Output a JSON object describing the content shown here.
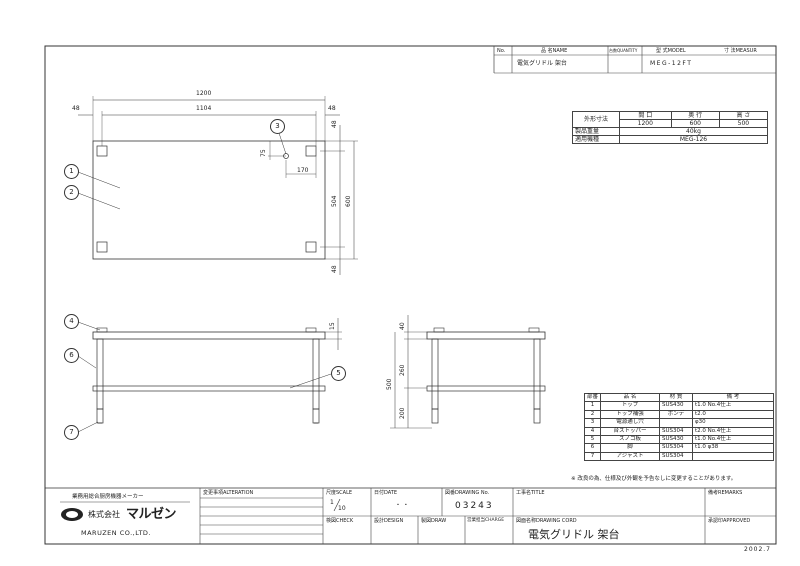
{
  "header": {
    "no_label": "No.",
    "name_label": "品 名NAME",
    "qty_label": "台数QUANTITY",
    "model_label": "型 式MODEL",
    "measure_label": "寸 法MEASUR",
    "product_name": "電気グリドル 架台",
    "model": "MEG-12FT"
  },
  "dimensions": {
    "width_total": "1200",
    "width_inner": "1104",
    "left_margin": "48",
    "right_margin": "48",
    "top_offset": "48",
    "bottom_offset": "48",
    "inner_depth": "504",
    "depth_total": "600",
    "hole_y": "75",
    "hole_x": "170",
    "top_thickness": "15",
    "side_top": "40",
    "side_mid": "260",
    "side_bottom": "200",
    "side_total": "500"
  },
  "callouts": [
    "1",
    "2",
    "3",
    "4",
    "5",
    "6",
    "7"
  ],
  "spec": {
    "row_label_1": "外形寸法",
    "col_width": "間 口",
    "col_depth": "奥 行",
    "col_height": "高 さ",
    "width": "1200",
    "depth": "600",
    "height": "500",
    "weight_label": "製品重量",
    "weight": "40kg",
    "model_label": "適用機種",
    "model": "MEG-126"
  },
  "parts": {
    "headers": [
      "部番",
      "品 名",
      "材 質",
      "備 考"
    ],
    "rows": [
      [
        "1",
        "トップ",
        "SUS430",
        "t1.0 No.4仕上"
      ],
      [
        "2",
        "トップ補強",
        "ボンデ",
        "t2.0"
      ],
      [
        "3",
        "電源通し穴",
        "",
        "φ30"
      ],
      [
        "4",
        "台ストッパー",
        "SUS304",
        "t2.0 No.4仕上"
      ],
      [
        "5",
        "スノコ板",
        "SUS430",
        "t1.0 No.4仕上"
      ],
      [
        "6",
        "脚",
        "SUS304",
        "t1.0 φ38"
      ],
      [
        "7",
        "アジャスト",
        "SUS304",
        ""
      ]
    ]
  },
  "note": "※ 改良の為、仕様及び外観を予告なしに変更することがあります。",
  "titleblock": {
    "company_tagline": "業務用総合厨房機器メーカー",
    "company_name": "株式会社",
    "company_brand": "マルゼン",
    "company_en": "MARUZEN CO.,LTD.",
    "alteration_label": "変更事項ALTERATION",
    "scale_label": "尺度SCALE",
    "scale_num": "1",
    "scale_den": "10",
    "date_label": "日付DATE",
    "date_value": "・ ・",
    "drawing_no_label": "図番DRAWING No.",
    "drawing_no": "03243",
    "title_label": "工事名TITLE",
    "remarks_label": "備考REMARKS",
    "check_label": "検図CHECK",
    "design_label": "設計DESIGN",
    "draw_label": "製図DRAW",
    "client_label": "営業担当CHARGE",
    "drawing_cord_label": "図面名称DRAWING CORD",
    "drawing_name": "電気グリドル 架台",
    "approved_label": "承認印APPROVED",
    "year": "2002.7"
  }
}
